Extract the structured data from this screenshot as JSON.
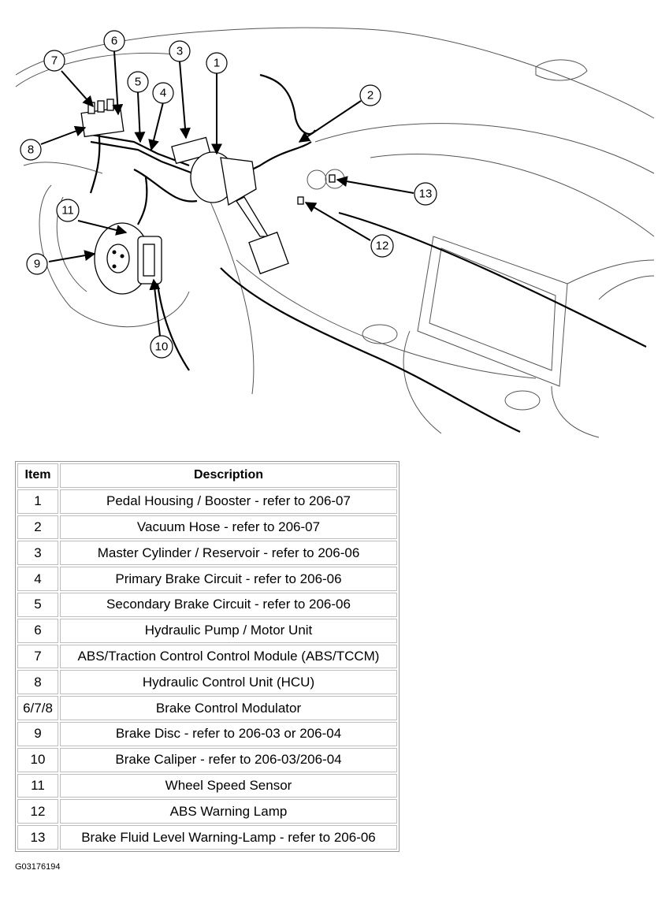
{
  "figure_id": "G03176194",
  "callouts": [
    "1",
    "2",
    "3",
    "4",
    "5",
    "6",
    "7",
    "8",
    "9",
    "10",
    "11",
    "12",
    "13"
  ],
  "table": {
    "headers": {
      "item": "Item",
      "description": "Description"
    },
    "rows": [
      {
        "item": "1",
        "description": "Pedal Housing / Booster - refer to 206-07"
      },
      {
        "item": "2",
        "description": "Vacuum Hose - refer to 206-07"
      },
      {
        "item": "3",
        "description": "Master Cylinder / Reservoir - refer to 206-06"
      },
      {
        "item": "4",
        "description": "Primary Brake Circuit - refer to 206-06"
      },
      {
        "item": "5",
        "description": "Secondary Brake Circuit - refer to 206-06"
      },
      {
        "item": "6",
        "description": "Hydraulic Pump / Motor Unit"
      },
      {
        "item": "7",
        "description": "ABS/Traction Control Control Module (ABS/TCCM)"
      },
      {
        "item": "8",
        "description": "Hydraulic Control Unit (HCU)"
      },
      {
        "item": "6/7/8",
        "description": "Brake Control Modulator"
      },
      {
        "item": "9",
        "description": "Brake Disc - refer to 206-03 or 206-04"
      },
      {
        "item": "10",
        "description": "Brake Caliper - refer to 206-03/206-04"
      },
      {
        "item": "11",
        "description": "Wheel Speed Sensor"
      },
      {
        "item": "12",
        "description": "ABS Warning Lamp"
      },
      {
        "item": "13",
        "description": "Brake Fluid Level Warning-Lamp - refer to 206-06"
      }
    ]
  }
}
